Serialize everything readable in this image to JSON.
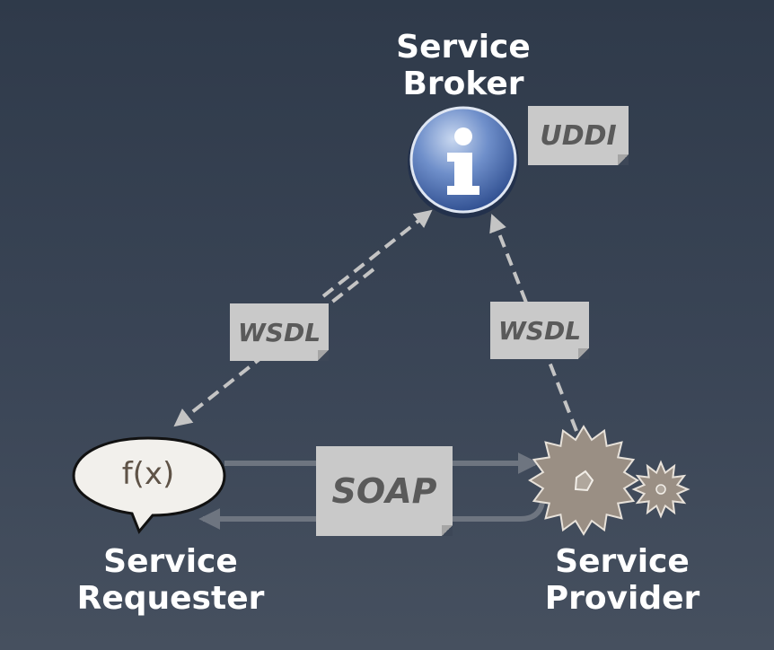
{
  "broker": {
    "label_line1": "Service",
    "label_line2": "Broker",
    "icon": "info-icon",
    "registry": "UDDI"
  },
  "requester": {
    "label_line1": "Service",
    "label_line2": "Requester",
    "bubble_text": "f(x)",
    "icon": "speech-bubble-icon"
  },
  "provider": {
    "label_line1": "Service",
    "label_line2": "Provider",
    "icon": "gear-icon"
  },
  "edges": {
    "requester_broker_doc": "WSDL",
    "provider_broker_doc": "WSDL",
    "requester_provider_protocol": "SOAP"
  },
  "colors": {
    "arrow": "#c4c4c4",
    "note": "#c9c9c9",
    "note_text": "#5a5a5a",
    "gear": "#9a8f84",
    "info_blue": "#3a5fa8"
  }
}
